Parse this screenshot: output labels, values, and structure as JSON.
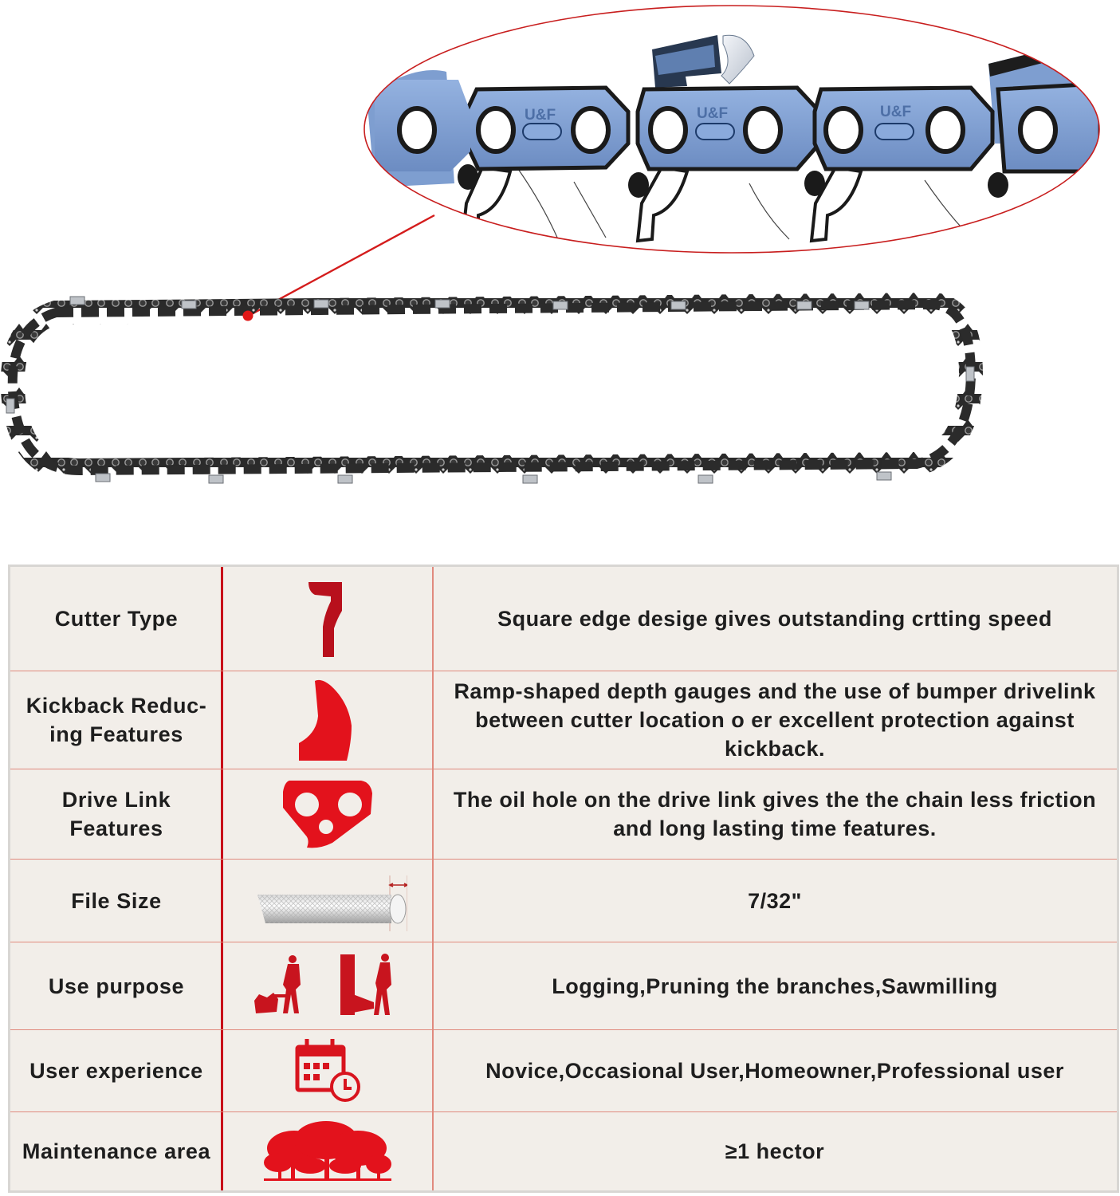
{
  "hero": {
    "brand_stamp": "U&F",
    "callout_color": "#d41c1c",
    "link_color": "#7e9ed0",
    "chain_color": "#2b2b2b"
  },
  "table": {
    "accent_color": "#e3121c",
    "background_color": "#f2eee9",
    "rows": [
      {
        "label": "Cutter Type",
        "icon": "square-cutter-icon",
        "description": "Square edge desige gives outstanding crtting speed"
      },
      {
        "label": "Kickback Reduc-ing Features",
        "label_line1": "Kickback Reduc-",
        "label_line2": "ing Features",
        "icon": "depth-gauge-icon",
        "description": "Ramp-shaped depth gauges and the use of bumper drivelink between cutter location o er excellent protection against kickback."
      },
      {
        "label": "Drive Link Features",
        "label_line1": "Drive Link",
        "label_line2": "Features",
        "icon": "drive-link-icon",
        "description": "The oil hole on the drive link gives the the chain less friction and long lasting time features."
      },
      {
        "label": "File Size",
        "icon": "round-file-icon",
        "description": "7/32\""
      },
      {
        "label": "Use purpose",
        "icon": "lumberjack-icon",
        "description": "Logging,Pruning the branches,Sawmilling"
      },
      {
        "label": "User experience",
        "icon": "calendar-clock-icon",
        "description": "Novice,Occasional User,Homeowner,Professional user"
      },
      {
        "label": "Maintenance area",
        "icon": "trees-icon",
        "description": "≥1 hector"
      }
    ]
  }
}
